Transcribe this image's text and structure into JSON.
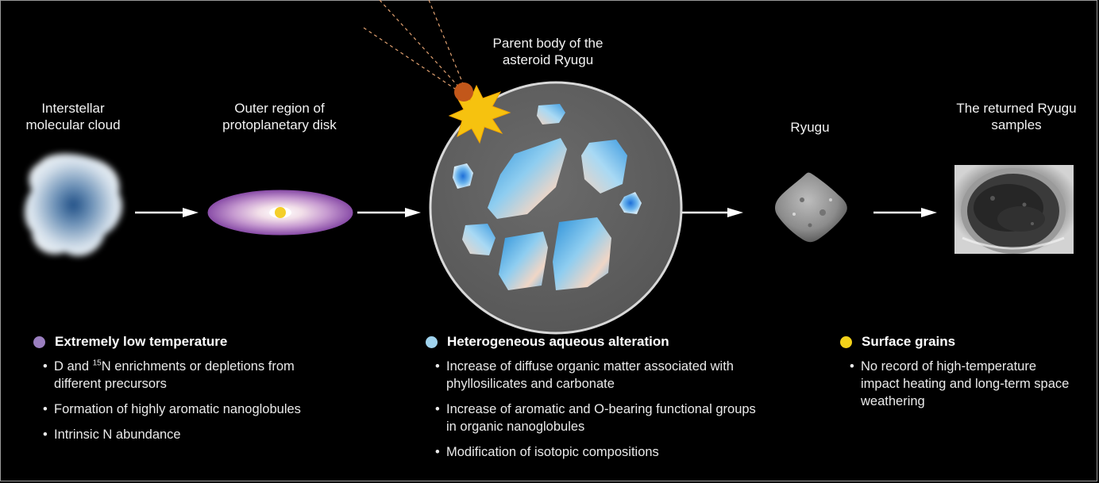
{
  "stages": {
    "cloud": {
      "line1": "Interstellar",
      "line2": "molecular cloud"
    },
    "disk": {
      "line1": "Outer region of",
      "line2": "protoplanetary disk"
    },
    "parent": {
      "line1": "Parent body of the",
      "line2": "asteroid Ryugu"
    },
    "ryugu": {
      "line1": "Ryugu"
    },
    "samples": {
      "line1": "The returned Ryugu",
      "line2": "samples"
    }
  },
  "panels": {
    "left": {
      "dot_color": "#9b7fc0",
      "heading": "Extremely low temperature",
      "bullet1_pre": "D and ",
      "bullet1_sup": "15",
      "bullet1_post": "N enrichments or depletions from different precursors",
      "bullet2": "Formation of highly aromatic nanoglobules",
      "bullet3": "Intrinsic N abundance"
    },
    "mid": {
      "dot_color": "#9fd3ee",
      "heading": "Heterogeneous aqueous alteration",
      "bullet1": "Increase of diffuse organic matter associated with phyllosilicates and carbonate",
      "bullet2": "Increase of aromatic and O-bearing functional groups in organic nanoglobules",
      "bullet3": "Modification of isotopic compositions"
    },
    "right": {
      "dot_color": "#f3d21a",
      "heading": "Surface grains",
      "bullet1": "No record of high-temperature impact heating and long-term space weathering"
    }
  },
  "icons": {
    "cloud": "molecular-cloud-icon",
    "disk": "protoplanetary-disk-icon",
    "parent": "parent-body-icon",
    "impactor": "impactor-icon",
    "ryugu": "asteroid-ryugu-icon",
    "samples": "sample-container-icon",
    "arrow": "arrow-right-icon"
  }
}
